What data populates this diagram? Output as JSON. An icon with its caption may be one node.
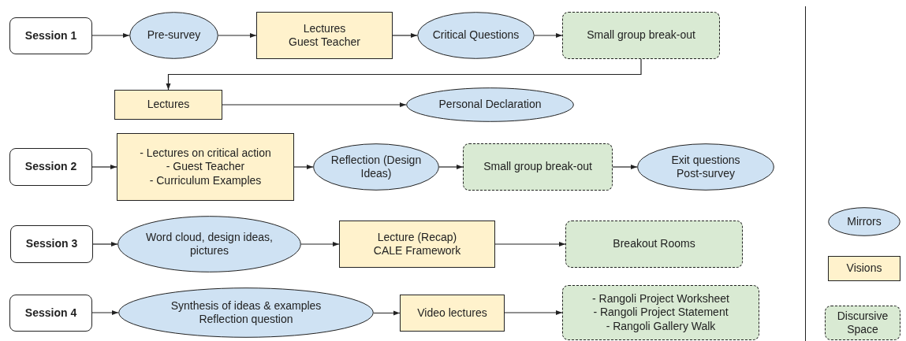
{
  "diagram": {
    "nodes": [
      {
        "text": [
          "Session 1"
        ]
      },
      {
        "text": [
          "Pre-survey"
        ]
      },
      {
        "text": [
          "Lectures",
          "Guest Teacher"
        ]
      },
      {
        "text": [
          "Critical Questions"
        ]
      },
      {
        "text": [
          "Small group break-out"
        ]
      },
      {
        "text": [
          "Lectures"
        ]
      },
      {
        "text": [
          "Personal Declaration"
        ]
      },
      {
        "text": [
          "Session 2"
        ]
      },
      {
        "text": [
          "- Lectures on critical action",
          "- Guest Teacher",
          "- Curriculum Examples"
        ]
      },
      {
        "text": [
          "Reflection (Design Ideas)"
        ]
      },
      {
        "text": [
          "Small group break-out"
        ]
      },
      {
        "text": [
          "Exit questions",
          "Post-survey"
        ]
      },
      {
        "text": [
          "Session 3"
        ]
      },
      {
        "text": [
          "Word cloud, design ideas, pictures"
        ]
      },
      {
        "text": [
          "Lecture (Recap)",
          "CALE Framework"
        ]
      },
      {
        "text": [
          "Breakout Rooms"
        ]
      },
      {
        "text": [
          "Session 4"
        ]
      },
      {
        "text": [
          "Synthesis of ideas & examples",
          "Reflection question"
        ]
      },
      {
        "text": [
          "Video lectures"
        ]
      },
      {
        "text": [
          "- Rangoli Project Worksheet",
          "- Rangoli Project Statement",
          "- Rangoli Gallery Walk"
        ]
      },
      {
        "text": [
          "Mirrors"
        ]
      },
      {
        "text": [
          "Visions"
        ]
      },
      {
        "text": [
          "Discursive Space"
        ]
      }
    ],
    "edges": [
      {
        "from": 0,
        "to": 1,
        "arrow": "to"
      },
      {
        "from": 1,
        "to": 2,
        "arrow": "to"
      },
      {
        "from": 2,
        "to": 3,
        "arrow": "to"
      },
      {
        "from": 3,
        "to": 4,
        "arrow": "to"
      },
      {
        "from": 4,
        "to": 5,
        "arrow": "to"
      },
      {
        "from": 5,
        "to": 6,
        "arrow": "to"
      },
      {
        "from": 7,
        "to": 8,
        "arrow": "to"
      },
      {
        "from": 8,
        "to": 9,
        "arrow": "to"
      },
      {
        "from": 9,
        "to": 10,
        "arrow": "to"
      },
      {
        "from": 10,
        "to": 11,
        "arrow": "to"
      },
      {
        "from": 12,
        "to": 13,
        "arrow": "to"
      },
      {
        "from": 13,
        "to": 14,
        "arrow": "to"
      },
      {
        "from": 14,
        "to": 15,
        "arrow": "to"
      },
      {
        "from": 16,
        "to": 17,
        "arrow": "to"
      },
      {
        "from": 17,
        "to": 18,
        "arrow": "to"
      },
      {
        "from": 18,
        "to": 19,
        "arrow": "to"
      }
    ]
  }
}
